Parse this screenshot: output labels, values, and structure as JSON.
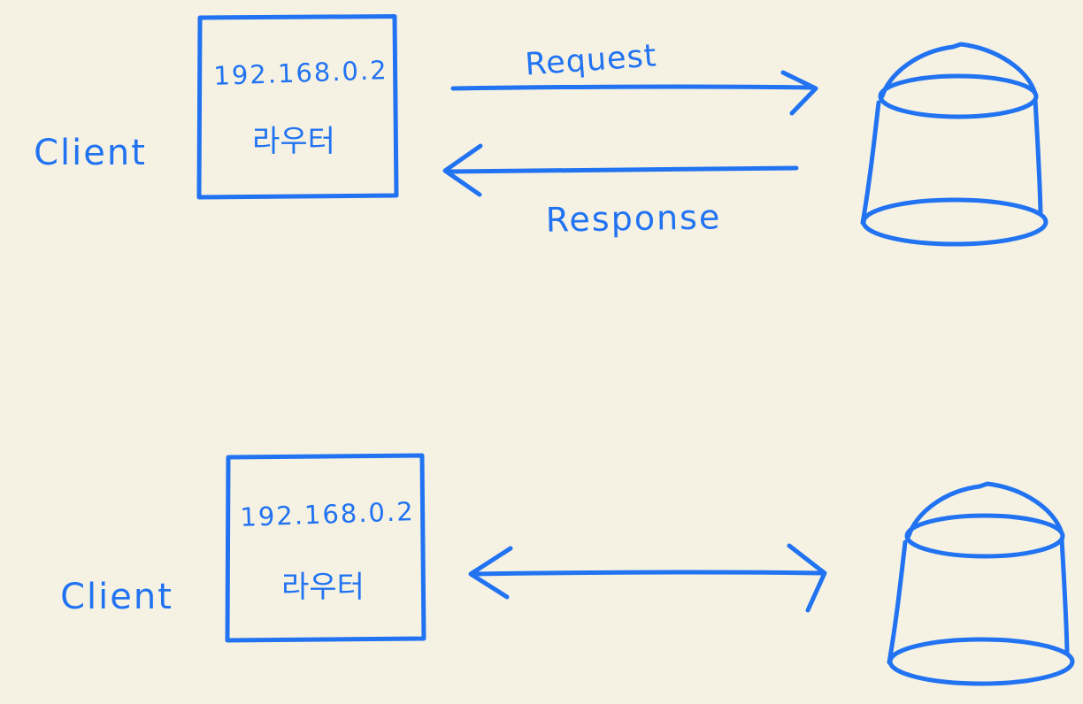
{
  "palette": {
    "background": "#f6f2e3",
    "ink": "#2173f2"
  },
  "top_flow": {
    "client_label": "Client",
    "router": {
      "ip": "192.168.0.2",
      "name": "라우터"
    },
    "request_label": "Request",
    "response_label": "Response",
    "request_arrow_direction": "right",
    "response_arrow_direction": "left",
    "server_icon": "database-cylinder"
  },
  "bottom_flow": {
    "client_label": "Client",
    "router": {
      "ip": "192.168.0.2",
      "name": "라우터"
    },
    "arrow_direction": "bidirectional",
    "server_icon": "database-cylinder"
  }
}
